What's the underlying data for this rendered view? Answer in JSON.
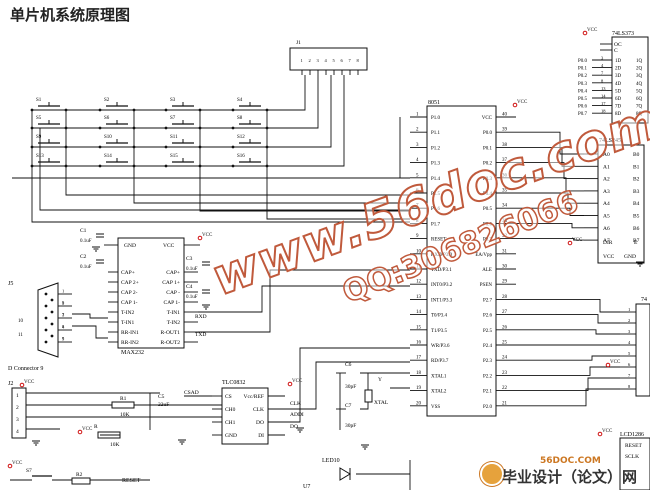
{
  "title": "单片机系统原理图",
  "watermark": {
    "line1": "www.56doc.com",
    "line2": "QQ:306826066"
  },
  "footer_logo": {
    "sub": "56DOC.COM",
    "main": "毕业设计（论文）网"
  },
  "colors": {
    "wire": "#111111",
    "vcc_marker": "#d01010",
    "watermark": "#c05a3c"
  },
  "mcu": {
    "ref": "8051",
    "left_pins": [
      {
        "num": "1",
        "name": "P1.0"
      },
      {
        "num": "2",
        "name": "P1.1"
      },
      {
        "num": "3",
        "name": "P1.2"
      },
      {
        "num": "4",
        "name": "P1.3"
      },
      {
        "num": "5",
        "name": "P1.4"
      },
      {
        "num": "6",
        "name": "P1.5"
      },
      {
        "num": "7",
        "name": "P1.6"
      },
      {
        "num": "8",
        "name": "P1.7"
      },
      {
        "num": "9",
        "name": "RESET"
      },
      {
        "num": "10",
        "name": "RXD/P3.0"
      },
      {
        "num": "11",
        "name": "TXD/P3.1"
      },
      {
        "num": "12",
        "name": "INT0/P3.2"
      },
      {
        "num": "13",
        "name": "INT1/P3.3"
      },
      {
        "num": "14",
        "name": "T0/P3.4"
      },
      {
        "num": "15",
        "name": "T1/P3.5"
      },
      {
        "num": "16",
        "name": "WR/P3.6"
      },
      {
        "num": "17",
        "name": "RD/P3.7"
      },
      {
        "num": "18",
        "name": "XTAL1"
      },
      {
        "num": "19",
        "name": "XTAL2"
      },
      {
        "num": "20",
        "name": "VSS"
      }
    ],
    "right_pins": [
      {
        "num": "40",
        "name": "VCC"
      },
      {
        "num": "39",
        "name": "P0.0"
      },
      {
        "num": "38",
        "name": "P0.1"
      },
      {
        "num": "37",
        "name": "P0.2"
      },
      {
        "num": "36",
        "name": "P0.3"
      },
      {
        "num": "35",
        "name": "P0.4"
      },
      {
        "num": "34",
        "name": "P0.5"
      },
      {
        "num": "33",
        "name": "P0.6"
      },
      {
        "num": "32",
        "name": "P0.7"
      },
      {
        "num": "31",
        "name": "EA/Vpp"
      },
      {
        "num": "30",
        "name": "ALE"
      },
      {
        "num": "29",
        "name": "PSEN"
      },
      {
        "num": "28",
        "name": "P2.7"
      },
      {
        "num": "27",
        "name": "P2.6"
      },
      {
        "num": "26",
        "name": "P2.5"
      },
      {
        "num": "25",
        "name": "P2.4"
      },
      {
        "num": "24",
        "name": "P2.3"
      },
      {
        "num": "23",
        "name": "P2.2"
      },
      {
        "num": "22",
        "name": "P2.1"
      },
      {
        "num": "21",
        "name": "P2.0"
      }
    ]
  },
  "latch": {
    "ref": "74LS373",
    "oc": "OC",
    "c": "C",
    "inputs": [
      "1D",
      "2D",
      "3D",
      "4D",
      "5D",
      "6D",
      "7D",
      "8D"
    ],
    "outputs": [
      "1Q",
      "2Q",
      "3Q",
      "4Q",
      "5Q",
      "6Q",
      "7Q",
      "8Q"
    ],
    "left_nets": [
      "P0.0",
      "P0.1",
      "P0.2",
      "P0.3",
      "P0.4",
      "P0.5",
      "P0.6",
      "P0.7"
    ],
    "pin_nums": [
      "3",
      "4",
      "7",
      "8",
      "13",
      "14",
      "17",
      "18"
    ]
  },
  "buffer": {
    "ref": "74LS245",
    "a_pins": [
      "A0",
      "A1",
      "A2",
      "A3",
      "A4",
      "A5",
      "A6",
      "A7"
    ],
    "b_pins": [
      "B0",
      "B1",
      "B2",
      "B3",
      "B4",
      "B5",
      "B6",
      "B7"
    ],
    "dir": "DIR",
    "e": "E",
    "vcc": "VCC",
    "gnd": "GND"
  },
  "keys": [
    "S1",
    "S2",
    "S3",
    "S4",
    "S5",
    "S6",
    "S7",
    "S8",
    "S9",
    "S10",
    "S11",
    "S12",
    "S13",
    "S14",
    "S15",
    "S16"
  ],
  "connector_j1": "J1",
  "max232": {
    "ref": "MAX232",
    "gnd": "GND",
    "vcc": "VCC",
    "left": [
      "CAP+",
      "CAP 2+",
      "CAP 2-",
      "CAP 1-",
      "T-IN2",
      "T-IN1",
      "RR-IN1",
      "RR-IN2"
    ],
    "right": [
      "CAP+",
      "CAP 1+",
      "CAP -",
      "CAP 1-",
      "T-IN1",
      "T-IN2",
      "R-OUT1",
      "R-OUT2"
    ],
    "rxd": "RXD",
    "txd": "TXD",
    "caps": [
      {
        "ref": "C1",
        "val": "0.1uF"
      },
      {
        "ref": "C2",
        "val": "0.1uF"
      },
      {
        "ref": "C3",
        "val": "0.1uF"
      },
      {
        "ref": "C4",
        "val": "0.1uF"
      }
    ]
  },
  "db9": {
    "ref": "J5",
    "label": "D Connector 9",
    "pins": [
      "1",
      "2",
      "3",
      "4",
      "5",
      "6",
      "7",
      "8",
      "9",
      "10",
      "11"
    ]
  },
  "adc": {
    "ref": "TLC0832",
    "pins_l": [
      "CS",
      "CH0",
      "CH1",
      "GND"
    ],
    "pins_r": [
      "Vcc/REF",
      "CLK",
      "DO",
      "DI"
    ],
    "nets": [
      "CSAD",
      "ADDI",
      "CLK",
      "DO"
    ]
  },
  "crystal": {
    "c6": "C6",
    "c7": "C7",
    "cval": "30pF",
    "xtal": "XTAL",
    "y": "Y"
  },
  "j2": "J2",
  "resistors": [
    {
      "ref": "R1",
      "val": "10K"
    },
    {
      "ref": "R",
      "val": "10K"
    },
    {
      "ref": "R2",
      "val": ""
    }
  ],
  "caps_misc": [
    {
      "ref": "C5",
      "val": "22uF"
    }
  ],
  "reset": {
    "switch": "S7",
    "net": "RESET"
  },
  "led": "LED10",
  "u7": "U7",
  "lcd": {
    "ref": "LCD1286",
    "pins": [
      "RESET",
      "SCLK"
    ]
  },
  "right_conn": {
    "ref": "74",
    "pins": [
      "1",
      "2",
      "3",
      "4",
      "5",
      "6",
      "7",
      "8"
    ]
  },
  "vcc": "VCC"
}
